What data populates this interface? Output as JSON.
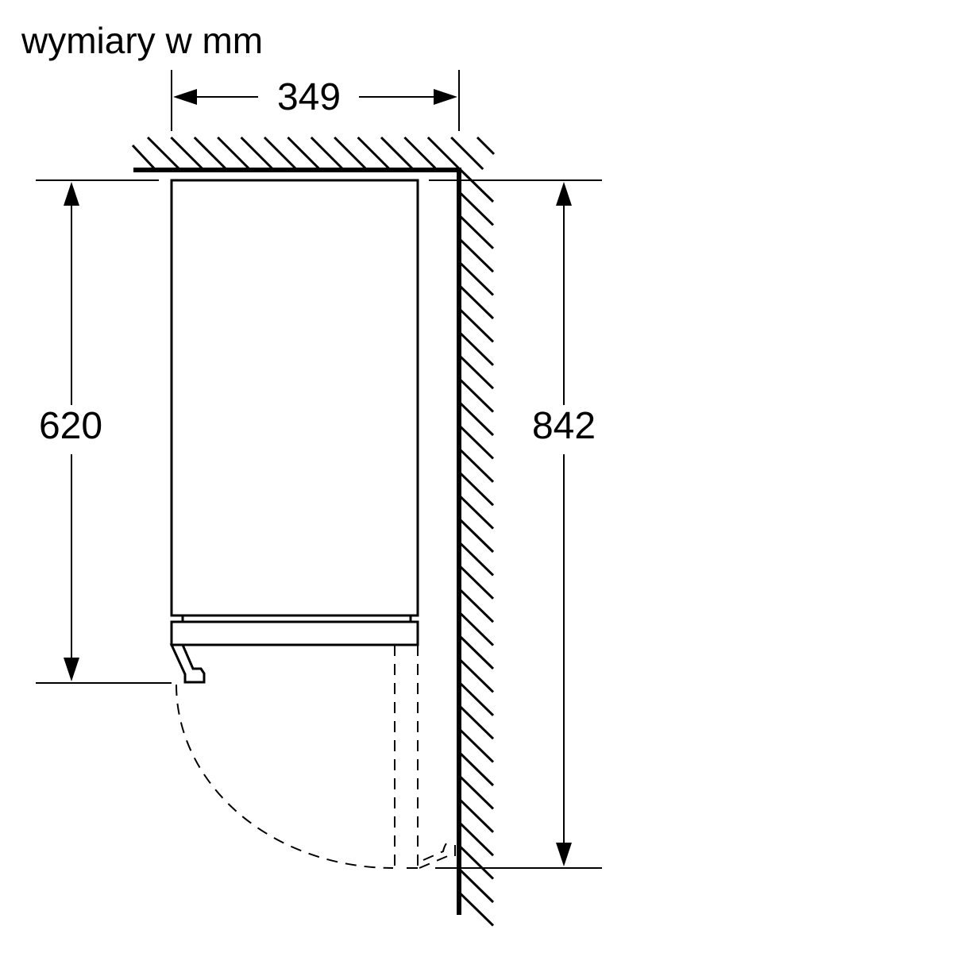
{
  "title": "wymiary w mm",
  "dimensions": {
    "width": "349",
    "cabinet_height": "620",
    "total_height": "842"
  },
  "colors": {
    "line": "#000000",
    "background": "#ffffff"
  }
}
